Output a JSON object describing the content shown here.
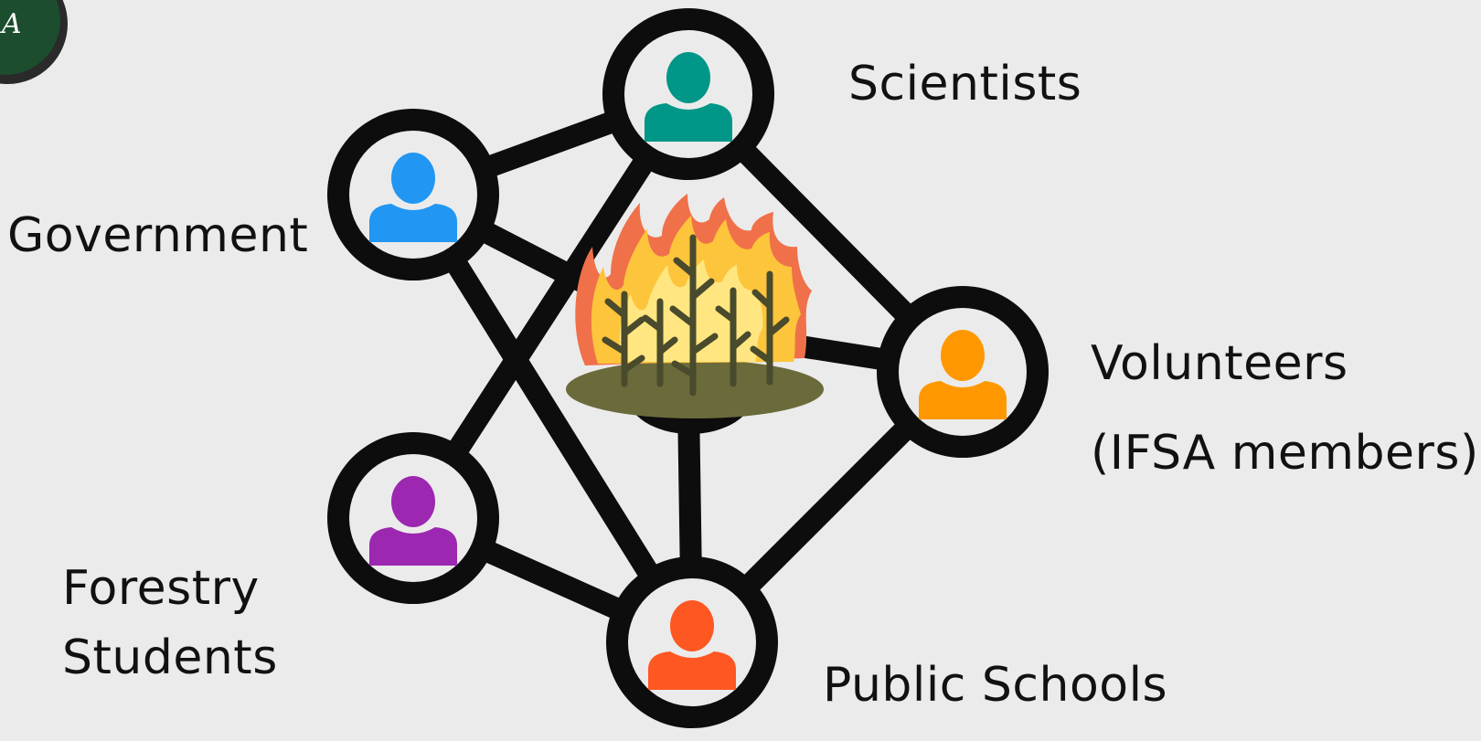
{
  "diagram": {
    "center": {
      "icon": "burning-forest-icon"
    },
    "nodes": [
      {
        "id": "scientists",
        "label_lines": [
          "Scientists"
        ],
        "color": "#009688",
        "icon": "person-icon"
      },
      {
        "id": "government",
        "label_lines": [
          "Government"
        ],
        "color": "#2196f3",
        "icon": "person-icon"
      },
      {
        "id": "volunteers",
        "label_lines": [
          "Volunteers",
          "(IFSA members)"
        ],
        "color": "#ff9800",
        "icon": "person-icon"
      },
      {
        "id": "forestry",
        "label_lines": [
          "Forestry",
          "Students"
        ],
        "color": "#9c27b0",
        "icon": "person-icon"
      },
      {
        "id": "schools",
        "label_lines": [
          "Public Schools"
        ],
        "color": "#ff5722",
        "icon": "person-icon"
      }
    ],
    "edges": [
      [
        "government",
        "scientists"
      ],
      [
        "government",
        "center"
      ],
      [
        "government",
        "schools"
      ],
      [
        "scientists",
        "volunteers"
      ],
      [
        "scientists",
        "forestry"
      ],
      [
        "volunteers",
        "center"
      ],
      [
        "volunteers",
        "schools"
      ],
      [
        "forestry",
        "schools"
      ],
      [
        "center",
        "schools"
      ]
    ]
  },
  "logo": {
    "text": "A",
    "color": "#1b4d2e"
  }
}
